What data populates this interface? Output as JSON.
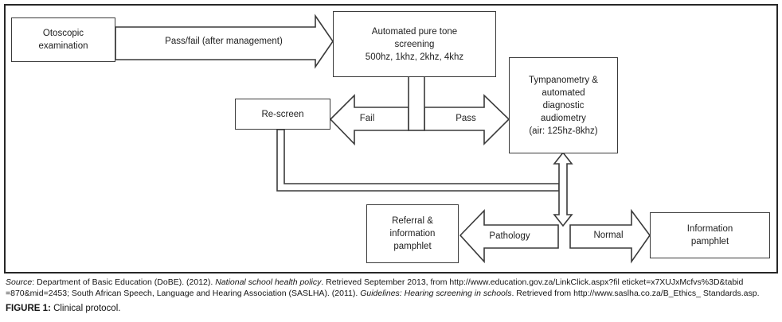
{
  "colors": {
    "background": "#ffffff",
    "line": "#3a3a3a",
    "text": "#1d1d1d"
  },
  "diagram": {
    "nodes": {
      "otoscopic": "Otoscopic\nexamination",
      "pure_tone": "Automated pure tone\nscreening\n500hz, 1khz, 2khz, 4khz",
      "rescreen": "Re-screen",
      "tympanometry": "Tympanometry &\nautomated\ndiagnostic\naudiometry\n(air: 125hz-8khz)",
      "referral": "Referral &\ninformation\npamphlet",
      "information": "Information\npamphlet"
    },
    "edges": {
      "pass_fail": "Pass/fail (after management)",
      "fail": "Fail",
      "pass": "Pass",
      "pathology": "Pathology",
      "normal": "Normal"
    }
  },
  "source_note": {
    "s1_italic": "Source",
    "s2": ": Department of Basic Education (DoBE). (2012). ",
    "s3_italic": "National school health policy",
    "s4": ". Retrieved September 2013, from http://www.education.gov.za/LinkClick.aspx?fil eticket=x7XUJxMcfvs%3D&tabid =870&mid=2453; South African Speech, Language and Hearing Association (SASLHA). (2011). ",
    "s5_italic": "Guidelines: Hearing screening in schools",
    "s6": ". Retrieved from http://www.saslha.co.za/B_Ethics_ Standards.asp."
  },
  "figure_caption": {
    "label": "FIGURE 1:",
    "text": " Clinical protocol."
  }
}
